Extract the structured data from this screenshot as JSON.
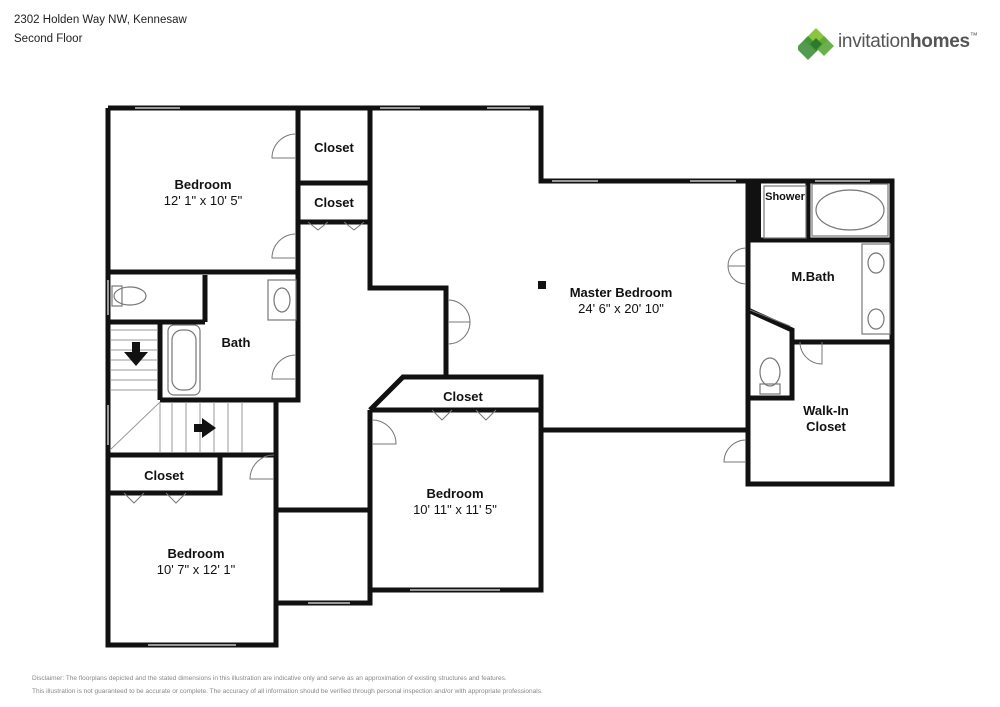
{
  "header": {
    "address": "2302 Holden Way NW, Kennesaw",
    "floor": "Second Floor"
  },
  "brand": {
    "name_part1": "invitation",
    "name_part2": "homes",
    "trademark": "™",
    "colors": {
      "green_dark": "#3f8f3a",
      "green_light": "#8cc63f",
      "text": "#555555"
    }
  },
  "rooms": {
    "bedroom_top_left": {
      "name": "Bedroom",
      "dims": "12' 1\" x 10' 5\""
    },
    "closet_top_1": {
      "name": "Closet"
    },
    "closet_top_2": {
      "name": "Closet"
    },
    "bath": {
      "name": "Bath"
    },
    "master_bedroom": {
      "name": "Master Bedroom",
      "dims": "24' 6\" x 20' 10\""
    },
    "shower": {
      "name": "Shower"
    },
    "master_bath": {
      "name": "M.Bath"
    },
    "walk_in_closet": {
      "line1": "Walk-In",
      "line2": "Closet"
    },
    "closet_middle": {
      "name": "Closet"
    },
    "bedroom_middle": {
      "name": "Bedroom",
      "dims": "10' 11\" x 11' 5\""
    },
    "closet_bottom_left": {
      "name": "Closet"
    },
    "bedroom_bottom_left": {
      "name": "Bedroom",
      "dims": "10' 7\" x 12' 1\""
    }
  },
  "disclaimer": {
    "line1": "Disclaimer: The floorplans depicted and the stated dimensions in this illustration are indicative only and serve as an approximation of existing structures and features.",
    "line2": "This illustration is not guaranteed to be accurate or complete. The accuracy of all information should be verified through personal inspection and/or with appropriate professionals."
  }
}
